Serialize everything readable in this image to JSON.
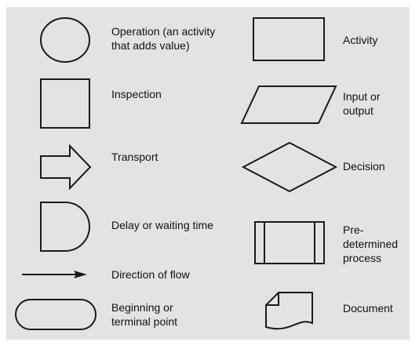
{
  "labels": {
    "operation": "Operation (an activity\nthat adds value)",
    "inspection": "Inspection",
    "transport": "Transport",
    "delay": "Delay or waiting time",
    "direction": "Direction of flow",
    "terminal": "Beginning or\nterminal point",
    "activity": "Activity",
    "io": "Input or\noutput",
    "decision": "Decision",
    "predetermined": "Pre-\ndetermined\nprocess",
    "document": "Document"
  },
  "colors": {
    "panel": "#e3e3e3",
    "stroke": "#1a1a1a",
    "text": "#111111"
  }
}
